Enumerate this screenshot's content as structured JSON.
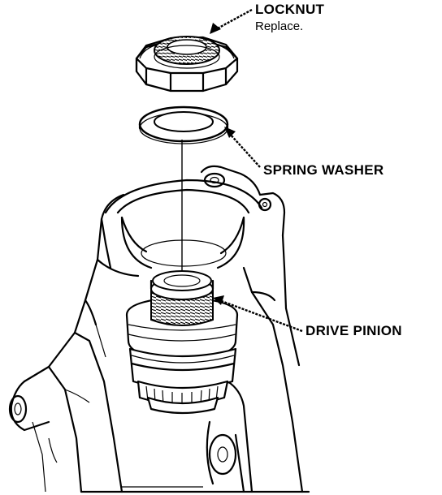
{
  "labels": {
    "locknut": "LOCKNUT",
    "locknut_note": "Replace.",
    "spring_washer": "SPRING WASHER",
    "drive_pinion": "DRIVE PINION"
  },
  "colors": {
    "ink": "#000000",
    "paper": "#ffffff"
  }
}
